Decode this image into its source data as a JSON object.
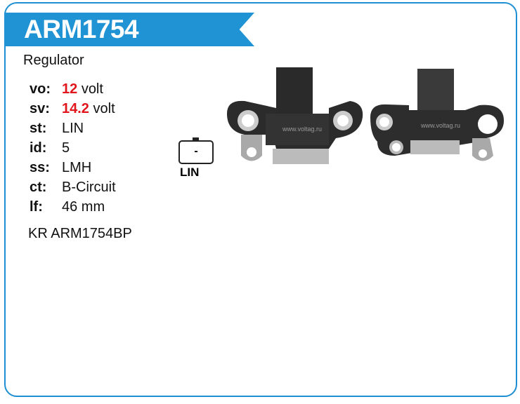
{
  "product": {
    "code": "ARM1754",
    "type": "Regulator",
    "cross_reference": "KR ARM1754BP"
  },
  "specs": [
    {
      "key": "vo:",
      "num": "12",
      "unit": "volt"
    },
    {
      "key": "sv:",
      "num": "14.2",
      "unit": "volt"
    },
    {
      "key": "st:",
      "num": "",
      "unit": "LIN"
    },
    {
      "key": "id:",
      "num": "",
      "unit": "5"
    },
    {
      "key": "ss:",
      "num": "",
      "unit": "LMH"
    },
    {
      "key": "ct:",
      "num": "",
      "unit": "B-Circuit"
    },
    {
      "key": "lf:",
      "num": "",
      "unit": "46 mm"
    }
  ],
  "connector": {
    "pin": "-",
    "label": "LIN"
  },
  "watermark": "www.voltag.ru",
  "colors": {
    "accent": "#2093d5",
    "highlight": "#e0161c"
  }
}
